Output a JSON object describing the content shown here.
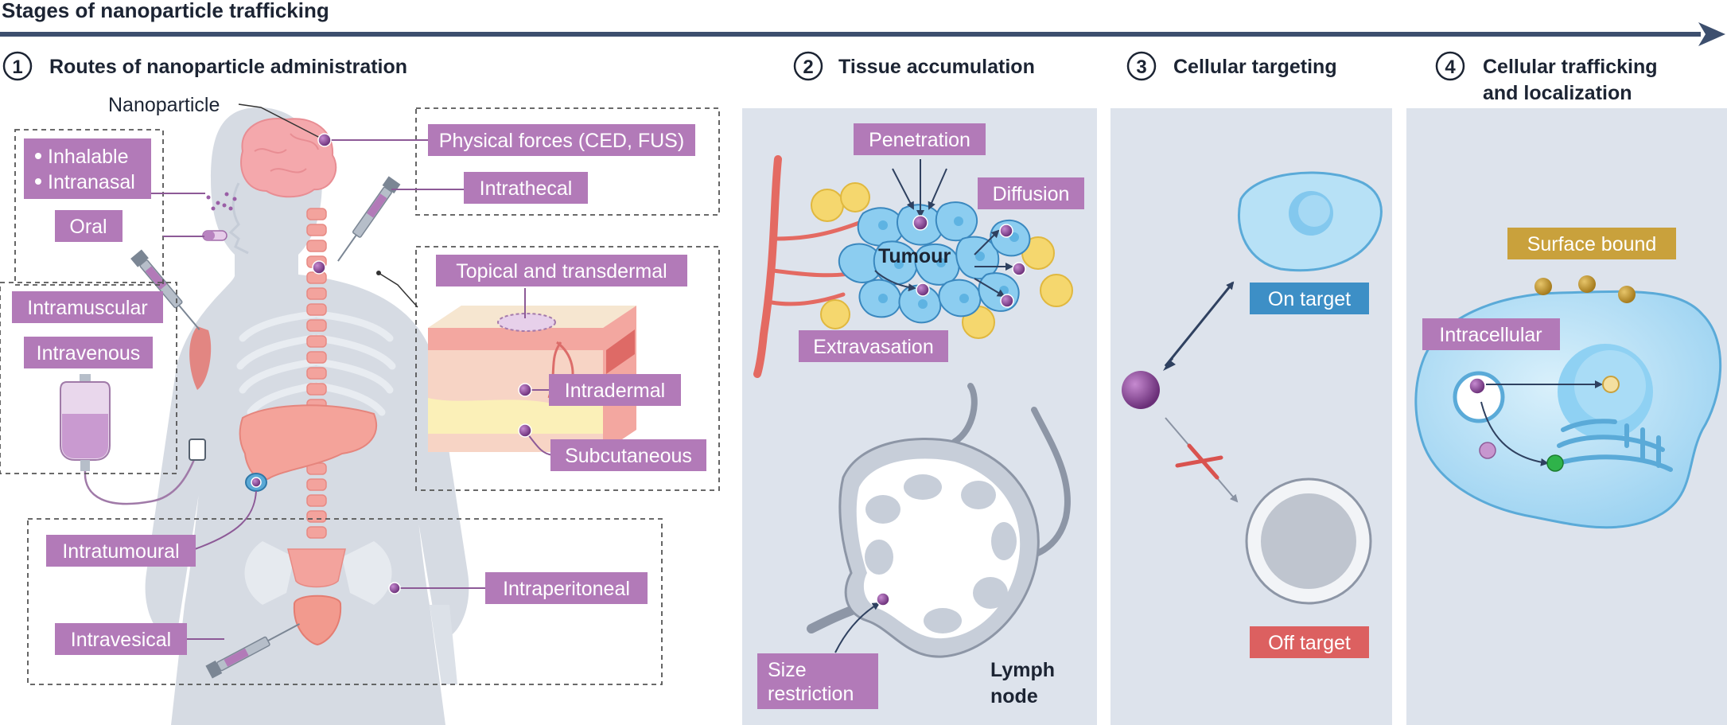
{
  "header": {
    "title": "Stages of nanoparticle trafficking"
  },
  "sections": [
    {
      "number": "1",
      "title": "Routes of nanoparticle administration"
    },
    {
      "number": "2",
      "title": "Tissue accumulation"
    },
    {
      "number": "3",
      "title": "Cellular targeting"
    },
    {
      "number": "4",
      "title_line1": "Cellular trafficking",
      "title_line2": "and localization"
    }
  ],
  "routes": {
    "nanoparticle": "Nanoparticle",
    "inhalable": "Inhalable",
    "intranasal": "Intranasal",
    "oral": "Oral",
    "physical_forces": "Physical forces (CED, FUS)",
    "intrathecal": "Intrathecal",
    "intramuscular": "Intramuscular",
    "intravenous": "Intravenous",
    "topical": "Topical and transdermal",
    "intradermal": "Intradermal",
    "subcutaneous": "Subcutaneous",
    "intratumoural": "Intratumoural",
    "intraperitoneal": "Intraperitoneal",
    "intravesical": "Intravesical"
  },
  "tissue": {
    "penetration": "Penetration",
    "diffusion": "Diffusion",
    "tumour": "Tumour",
    "extravasation": "Extravasation",
    "size_line1": "Size",
    "size_line2": "restriction",
    "lymph_line1": "Lymph",
    "lymph_line2": "node"
  },
  "targeting": {
    "on_target": "On target",
    "off_target": "Off target"
  },
  "trafficking": {
    "surface_bound": "Surface bound",
    "intracellular": "Intracellular"
  },
  "colors": {
    "label_purple": "#b27ab8",
    "on_target_blue": "#3d8fc6",
    "off_target_red": "#dc6060",
    "surface_gold": "#c9a13c",
    "panel_bg": "#dde3ec",
    "arrow_navy": "#2f4160"
  }
}
